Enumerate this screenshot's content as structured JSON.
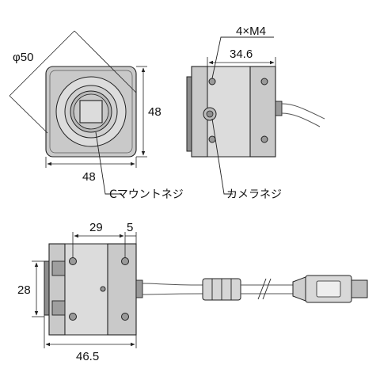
{
  "front_view": {
    "diameter_label": "φ50",
    "width_label": "48",
    "height_label": "48",
    "c_mount_label": "Cマウントネジ"
  },
  "side_view": {
    "screw_label": "4×M4",
    "depth_label": "34.6",
    "camera_screw_label": "カメラネジ"
  },
  "bottom_view": {
    "hole_spacing_label": "29",
    "edge_offset_label": "5",
    "height_label": "28",
    "length_label": "46.5"
  }
}
